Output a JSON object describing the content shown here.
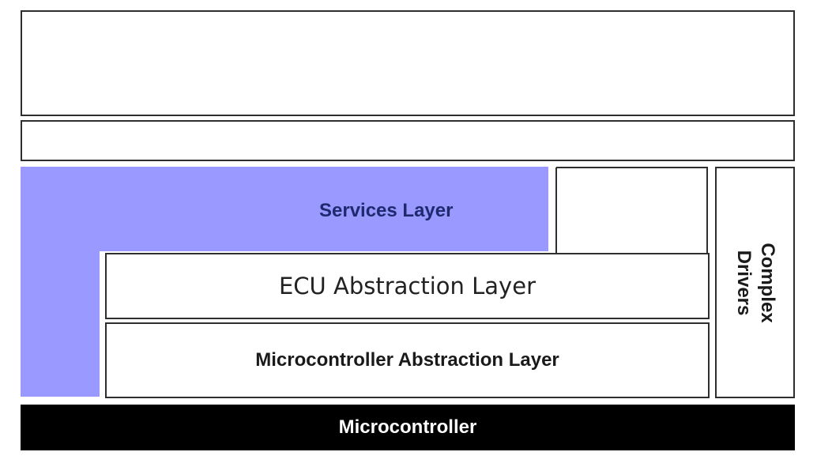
{
  "layers": {
    "application": "",
    "rte": "",
    "services": "Services Layer",
    "ecu_abstraction": "ECU Abstraction Layer",
    "mcal": "Microcontroller Abstraction Layer",
    "complex_drivers": [
      "Complex",
      "Drivers"
    ],
    "microcontroller": "Microcontroller"
  },
  "colors": {
    "services_fill": "#9999ff",
    "services_text": "#1f2a6e",
    "microcontroller_fill": "#000000",
    "microcontroller_text": "#ffffff",
    "border": "#2e2e2e"
  }
}
